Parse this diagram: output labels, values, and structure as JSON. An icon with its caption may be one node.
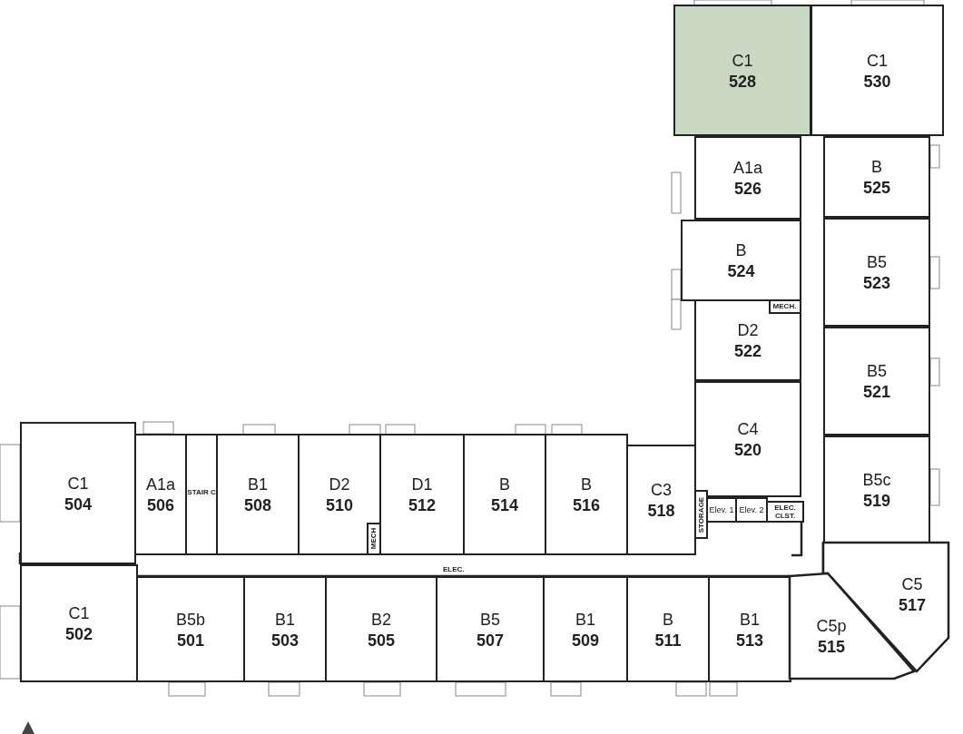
{
  "diagram": {
    "nodes": [
      {
        "text": [
          "C1",
          "528"
        ]
      },
      {
        "text": [
          "C1",
          "530"
        ]
      },
      {
        "text": [
          "A1a",
          "526"
        ]
      },
      {
        "text": [
          "B",
          "525"
        ]
      },
      {
        "text": [
          "B",
          "524"
        ]
      },
      {
        "text": [
          "B5",
          "523"
        ]
      },
      {
        "text": [
          "MECH."
        ],
        "in": 7
      },
      {
        "text": [
          "D2",
          "522"
        ]
      },
      {
        "text": [
          "B5",
          "521"
        ]
      },
      {
        "text": [
          "C4",
          "520"
        ]
      },
      {
        "text": [
          "C1",
          "504"
        ]
      },
      {
        "text": [
          "A1a",
          "506"
        ]
      },
      {
        "text": [
          "STAIR C"
        ]
      },
      {
        "text": [
          "B1",
          "508"
        ]
      },
      {
        "text": [
          "D2",
          "510"
        ]
      },
      {
        "text": [
          "MECH"
        ],
        "in": 14
      },
      {
        "text": [
          "D1",
          "512"
        ]
      },
      {
        "text": [
          "B",
          "514"
        ]
      },
      {
        "text": [
          "B",
          "516"
        ]
      },
      {
        "text": [
          "C3",
          "518"
        ]
      },
      {
        "text": [
          "STORAGE"
        ]
      },
      {
        "text": [
          "Elev. 1"
        ]
      },
      {
        "text": [
          "Elev. 2"
        ]
      },
      {
        "text": [
          "ELEC. CLST."
        ]
      },
      {
        "text": [
          "B5c",
          "519"
        ]
      },
      {
        "text": [
          "C5",
          "517"
        ]
      },
      {
        "text": [
          "C1",
          "502"
        ]
      },
      {
        "text": [
          "B5b",
          "501"
        ]
      },
      {
        "text": [
          "B1",
          "503"
        ]
      },
      {
        "text": [
          "B2",
          "505"
        ]
      },
      {
        "text": [
          "B5",
          "507"
        ]
      },
      {
        "text": [
          "B1",
          "509"
        ]
      },
      {
        "text": [
          "B",
          "511"
        ]
      },
      {
        "text": [
          "B1",
          "513"
        ]
      },
      {
        "text": [
          "C5p",
          "515"
        ]
      }
    ],
    "labels": [
      "ELEC."
    ]
  }
}
